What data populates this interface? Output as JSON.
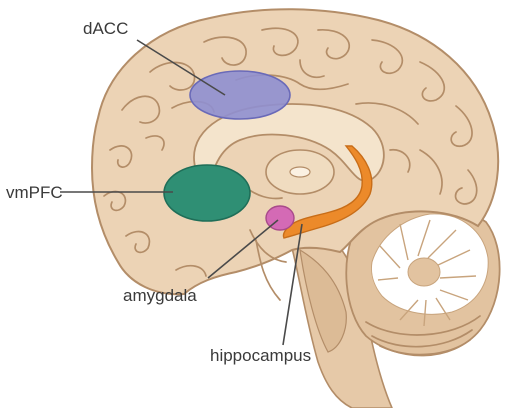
{
  "diagram": {
    "regions": [
      {
        "id": "dacc",
        "label": "dACC",
        "color": "#8f8fd0"
      },
      {
        "id": "vmpfc",
        "label": "vmPFC",
        "color": "#2f8f74"
      },
      {
        "id": "amygdala",
        "label": "amygdala",
        "color": "#d46ab5"
      },
      {
        "id": "hippocampus",
        "label": "hippocampus",
        "color": "#ec8a2a"
      }
    ],
    "colors": {
      "cortex": "#ecd3b5",
      "cortex_outline": "#b38d68",
      "white_matter": "#f4e4cc",
      "brainstem": "#e6c9a8",
      "cerebellum": "#e2c3a0",
      "arbor_vitae": "#ffffff"
    }
  }
}
